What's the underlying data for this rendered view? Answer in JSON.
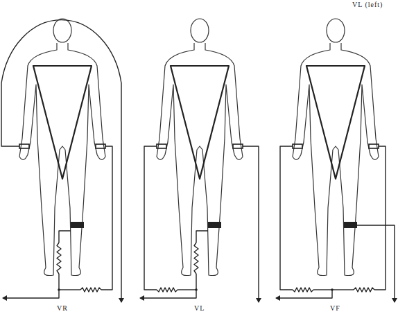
{
  "diagram": {
    "labels": [
      "VL (left)",
      "VR",
      "VL",
      "VF"
    ]
  }
}
